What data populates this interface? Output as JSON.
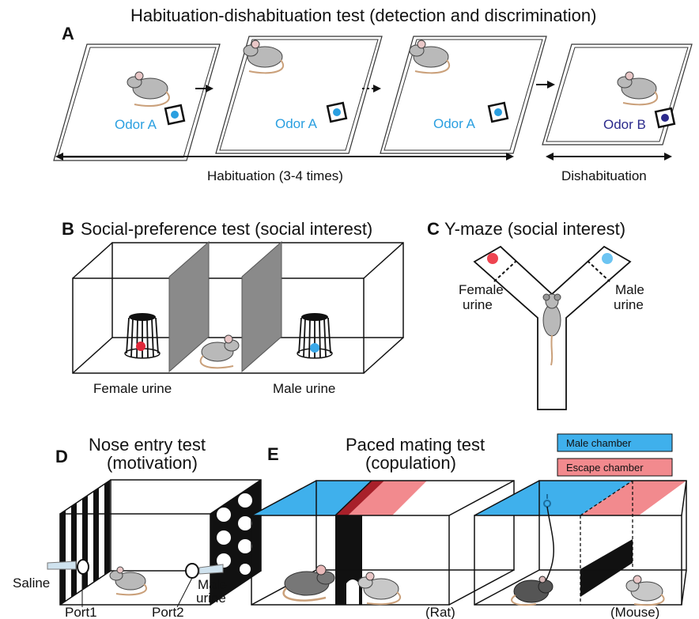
{
  "panel_a": {
    "letter": "A",
    "title": "Habituation-dishabituation test (detection and discrimination)",
    "odor_a": "Odor A",
    "odor_b": "Odor B",
    "habituation": "Habituation (3-4 times)",
    "dishabituation": "Dishabituation",
    "colors": {
      "odor_a": "#2a9fe0",
      "odor_b": "#2b2a8c"
    }
  },
  "panel_b": {
    "letter": "B",
    "title": "Social-preference test (social interest)",
    "left_label": "Female urine",
    "right_label": "Male urine",
    "colors": {
      "female": "#e0283a",
      "male": "#3aa8e8"
    }
  },
  "panel_c": {
    "letter": "C",
    "title": "Y-maze (social interest)",
    "female_line1": "Female",
    "female_line2": "urine",
    "male_line1": "Male",
    "male_line2": "urine",
    "colors": {
      "female": "#ee4450",
      "male": "#6cc4f2"
    }
  },
  "panel_d": {
    "letter": "D",
    "title_line1": "Nose entry test",
    "title_line2": "(motivation)",
    "saline": "Saline",
    "male_urine_line1": "Male",
    "male_urine_line2": "urine",
    "port1": "Port1",
    "port2": "Port2"
  },
  "panel_e": {
    "letter": "E",
    "title_line1": "Paced mating test",
    "title_line2": "(copulation)",
    "legend_male": "Male chamber",
    "legend_escape": "Escape chamber",
    "rat": "(Rat)",
    "mouse": "(Mouse)",
    "colors": {
      "male_chamber": "#3fb0ec",
      "escape_chamber": "#f28a8e",
      "overlap": "#a8202a"
    }
  }
}
